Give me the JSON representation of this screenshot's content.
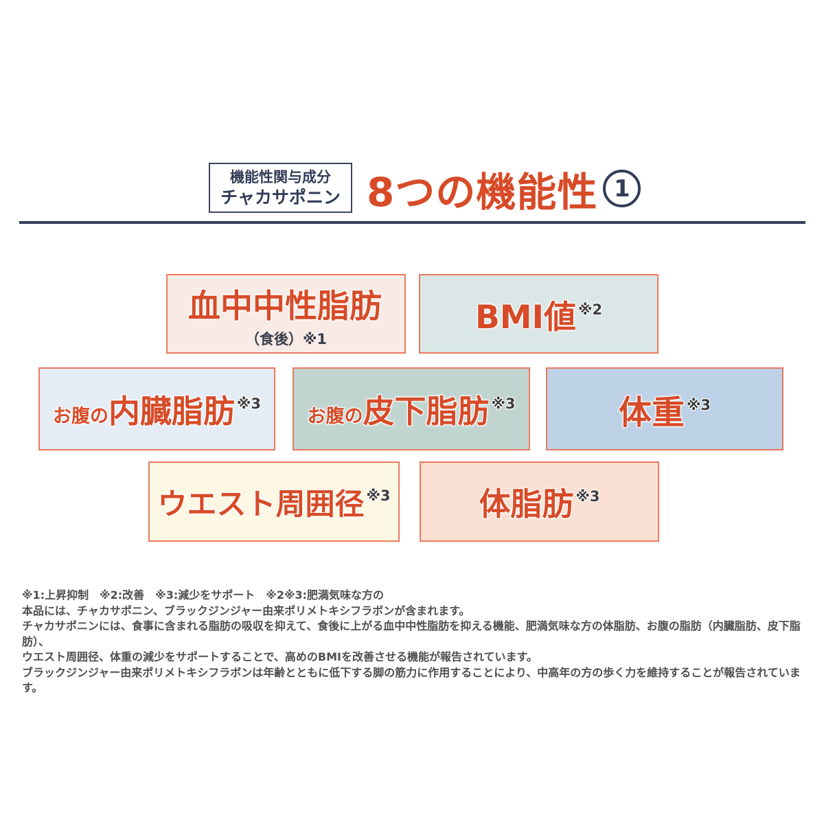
{
  "header": {
    "badge": {
      "line1": "機能性関与成分",
      "line2": "チャカサポニン"
    },
    "title": "8つの機能性",
    "title_badge_number": "1"
  },
  "boxes": [
    {
      "name": "blood-triglycerides",
      "prefix": "",
      "main": "血中中性脂肪",
      "mark": "",
      "sub": "（食後）※1",
      "bg": "#f8eae5"
    },
    {
      "name": "bmi-value",
      "prefix": "",
      "main": "BMI値",
      "mark": "※2",
      "sub": "",
      "bg": "#dbe7e6"
    },
    {
      "name": "visceral-fat",
      "prefix": "お腹の",
      "main": "内臓脂肪",
      "mark": "※3",
      "sub": "",
      "bg": "#e4ecf5"
    },
    {
      "name": "subcutaneous-fat",
      "prefix": "お腹の",
      "main": "皮下脂肪",
      "mark": "※3",
      "sub": "",
      "bg": "#c1d5d0"
    },
    {
      "name": "body-weight",
      "prefix": "",
      "main": "体重",
      "mark": "※3",
      "sub": "",
      "bg": "#bdd2e7"
    },
    {
      "name": "waist-circumference",
      "prefix": "",
      "main": "ウエスト周囲径",
      "mark": "※3",
      "sub": "",
      "bg": "#fdf8e4"
    },
    {
      "name": "body-fat",
      "prefix": "",
      "main": "体脂肪",
      "mark": "※3",
      "sub": "",
      "bg": "#fae0d3"
    }
  ],
  "footnotes": [
    "※1:上昇抑制　※2:改善　※3:減少をサポート　※2※3:肥満気味な方の",
    "本品には、チャカサポニン、ブラックジンジャー由来ポリメトキシフラボンが含まれます。",
    "チャカサポニンには、食事に含まれる脂肪の吸収を抑えて、食後に上がる血中中性脂肪を抑える機能、肥満気味な方の体脂肪、お腹の脂肪（内臓脂肪、皮下脂肪）、",
    "ウエスト周囲径、体重の減少をサポートすることで、高めのBMIを改善させる機能が報告されています。",
    "ブラックジンジャー由来ポリメトキシフラボンは年齢とともに低下する脚の筋力に作用することにより、中高年の方の歩く力を維持することが報告されています。"
  ],
  "colors": {
    "accent_orange": "#d74b28",
    "navy": "#323d57",
    "box_border": "#e97a5f",
    "footnote_gray": "#4f4f4f"
  }
}
